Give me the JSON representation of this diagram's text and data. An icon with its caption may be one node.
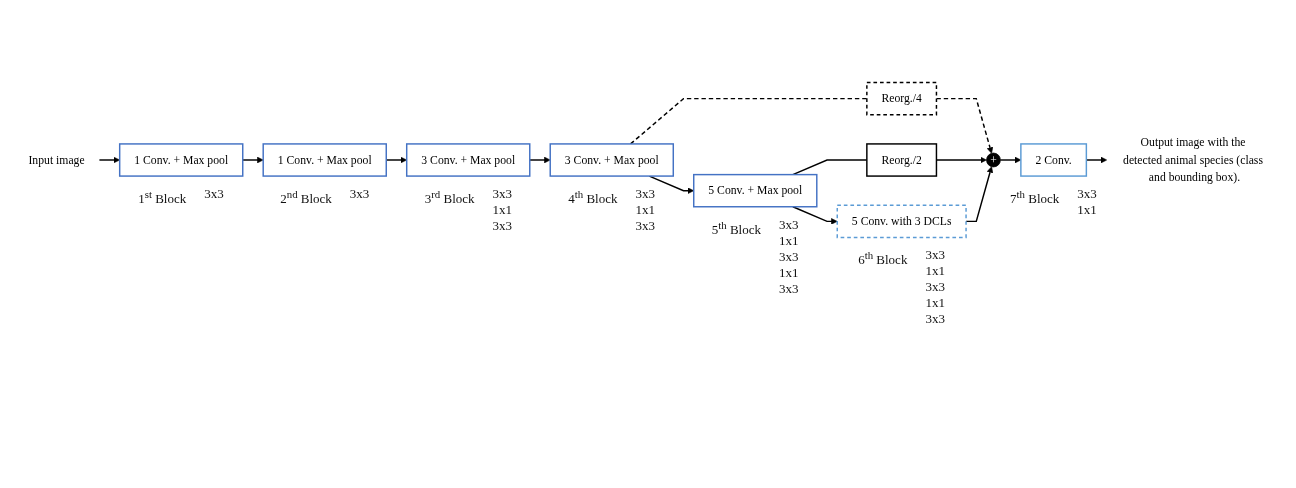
{
  "diagram": {
    "nodes": [
      {
        "text": [
          "Input image"
        ]
      },
      {
        "text": [
          "1 Conv. + Max pool"
        ],
        "beside": [
          "1$^{st}$ Block",
          "3x3"
        ]
      },
      {
        "text": [
          "1 Conv. + Max pool"
        ],
        "beside": [
          "2$^{nd}$ Block",
          "3x3"
        ]
      },
      {
        "text": [
          "3 Conv. + Max pool"
        ],
        "beside": [
          "3$^{rd}$ Block",
          "3x3 1x1 3x3"
        ]
      },
      {
        "text": [
          "3 Conv. + Max pool"
        ],
        "beside": [
          "4$^{th}$ Block",
          "3x3 1x1 3x3"
        ]
      },
      {
        "text": [
          "5 Conv. + Max pool"
        ],
        "beside": [
          "5$^{th}$ Block",
          "3x3 1x1 3x3 1x1 3x3"
        ]
      },
      {
        "text": [
          "Reorg./4"
        ]
      },
      {
        "text": [
          "Reorg./2"
        ]
      },
      {
        "text": [
          "5 Conv. with 3 DCLs"
        ],
        "beside": [
          "6$^{th}$ Block",
          "3x3 1x1 3x3 1x1 3x3"
        ]
      },
      {
        "text": [
          "+"
        ]
      },
      {
        "text": [
          "2 Conv."
        ],
        "beside": [
          "7$^{th}$ Block",
          "3x3 1x1"
        ]
      },
      {
        "text": [
          "Output image with the detected animal species (class and bounding box)."
        ]
      }
    ],
    "edges": [
      {
        "from": 0,
        "to": 1,
        "arrow": "to"
      },
      {
        "from": 1,
        "to": 2,
        "arrow": "to"
      },
      {
        "from": 2,
        "to": 3,
        "arrow": "to"
      },
      {
        "from": 3,
        "to": 4,
        "arrow": "to"
      },
      {
        "from": 4,
        "to": 5,
        "arrow": "to"
      },
      {
        "from": 4,
        "to": 6,
        "arrow": "none",
        "style": "dashed"
      },
      {
        "from": 6,
        "to": 9,
        "arrow": "to",
        "style": "dashed"
      },
      {
        "from": 5,
        "to": 7,
        "arrow": "none"
      },
      {
        "from": 7,
        "to": 9,
        "arrow": "to"
      },
      {
        "from": 5,
        "to": 8,
        "arrow": "to"
      },
      {
        "from": 8,
        "to": 9,
        "arrow": "to"
      },
      {
        "from": 9,
        "to": 10,
        "arrow": "to"
      },
      {
        "from": 10,
        "to": 11,
        "arrow": "to"
      }
    ]
  }
}
